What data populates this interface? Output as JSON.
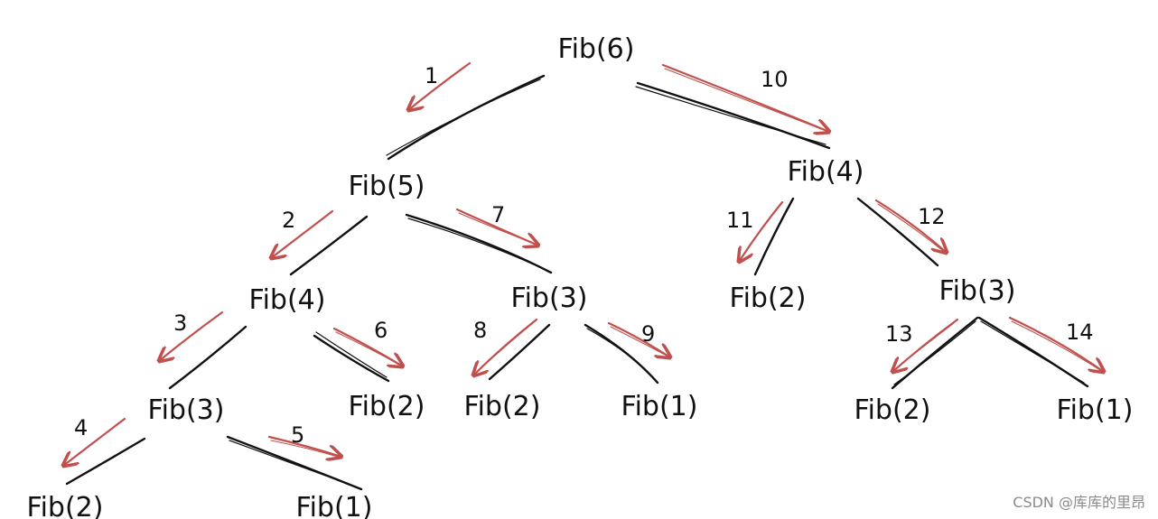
{
  "nodes": {
    "n1": "Fib(6)",
    "n2": "Fib(5)",
    "n3": "Fib(4)",
    "n4": "Fib(4)",
    "n5": "Fib(3)",
    "n6": "Fib(2)",
    "n7": "Fib(3)",
    "n8": "Fib(3)",
    "n9": "Fib(2)",
    "n10": "Fib(2)",
    "n11": "Fib(1)",
    "n12": "Fib(2)",
    "n13": "Fib(1)",
    "n14": "Fib(2)",
    "n15": "Fib(1)"
  },
  "steps": {
    "s1": "1",
    "s2": "2",
    "s3": "3",
    "s4": "4",
    "s5": "5",
    "s6": "6",
    "s7": "7",
    "s8": "8",
    "s9": "9",
    "s10": "10",
    "s11": "11",
    "s12": "12",
    "s13": "13",
    "s14": "14"
  },
  "watermark": "CSDN @库库的里昂",
  "colors": {
    "arrow": "#c0504d",
    "edge": "#111111",
    "background": "#ffffff"
  }
}
